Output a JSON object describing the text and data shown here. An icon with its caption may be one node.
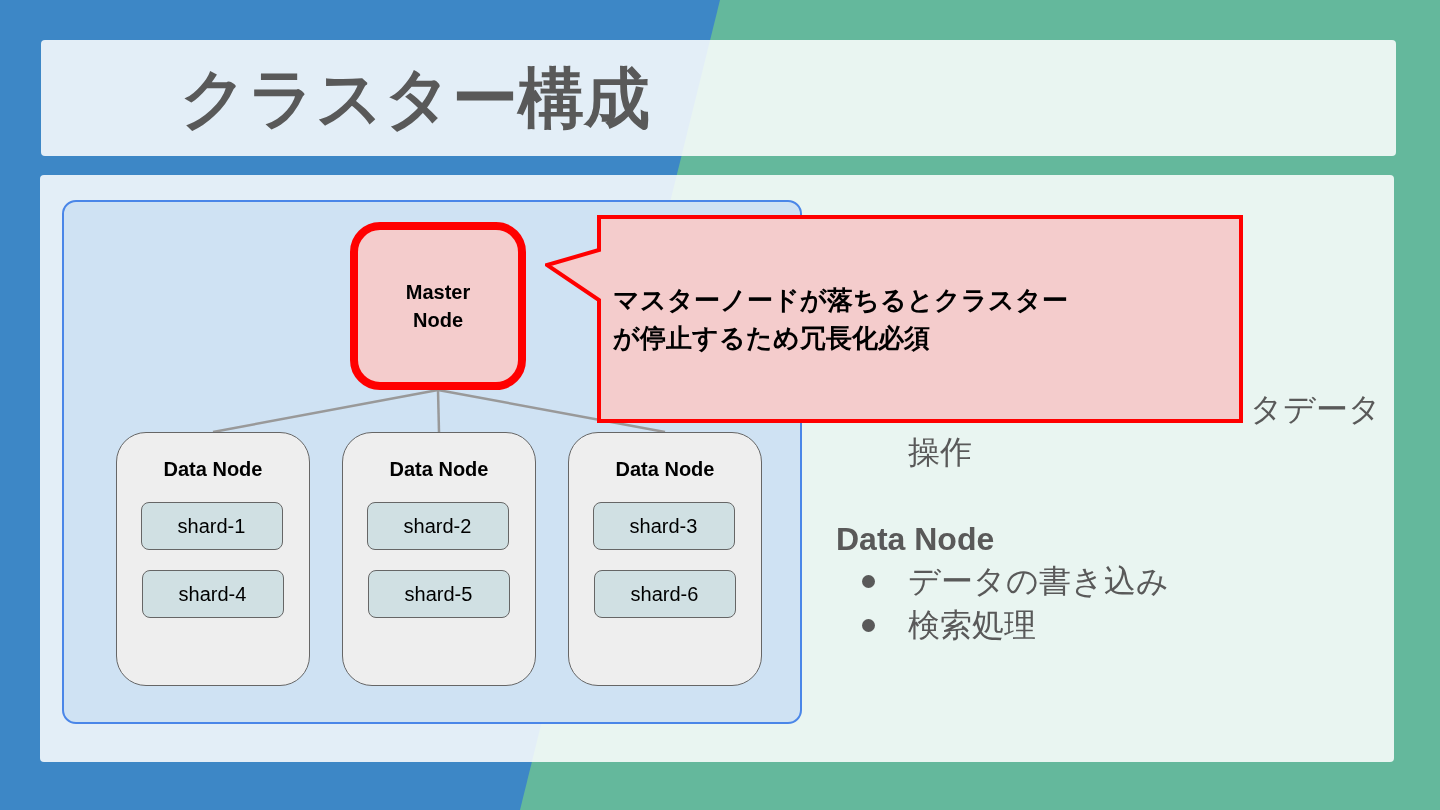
{
  "diagram": {
    "title": "クラスター構成",
    "nodes": [
      {
        "text": [],
        "shape": "box"
      },
      {
        "text": [
          "Master Node"
        ],
        "in": 0
      },
      {
        "text": [
          "Data Node"
        ],
        "in": 0
      },
      {
        "text": [
          "shard-1"
        ],
        "in": 2
      },
      {
        "text": [
          "shard-4"
        ],
        "in": 2
      },
      {
        "text": [
          "Data Node"
        ],
        "in": 0
      },
      {
        "text": [
          "shard-2"
        ],
        "in": 5
      },
      {
        "text": [
          "shard-5"
        ],
        "in": 5
      },
      {
        "text": [
          "Data Node"
        ],
        "in": 0
      },
      {
        "text": [
          "shard-3"
        ],
        "in": 8
      },
      {
        "text": [
          "shard-6"
        ],
        "in": 8
      },
      {
        "text": [
          "マスターノードが落ちるとクラスターが停止するため冗長化必須"
        ]
      }
    ],
    "edges": [
      {
        "from": 1,
        "to": 2,
        "arrow": "none"
      },
      {
        "from": 1,
        "to": 5,
        "arrow": "none"
      },
      {
        "from": 1,
        "to": 8,
        "arrow": "none"
      }
    ],
    "labels": [
      "タデータ",
      "操作",
      "Data Node",
      "データの書き込み",
      "検索処理"
    ]
  }
}
